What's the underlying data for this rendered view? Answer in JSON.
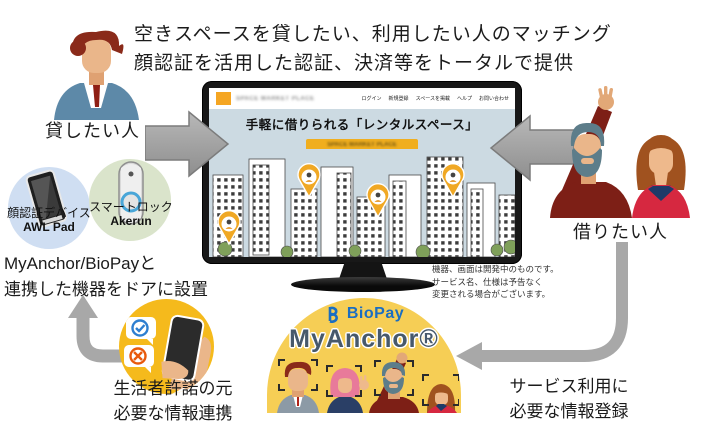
{
  "headline": {
    "line1": "空きスペースを貸したい、利用したい人のマッチング",
    "line2": "顔認証を活用した認証、決済等をトータルで提供"
  },
  "lender": {
    "label": "貸したい人"
  },
  "borrower": {
    "label": "借りたい人"
  },
  "devices": {
    "face_device_name": "顔認証デバイス",
    "face_device_product": "AWL Pad",
    "smart_lock_name": "スマートロック",
    "smart_lock_product": "Akerun",
    "caption_line1": "MyAnchor/BioPayと",
    "caption_line2": "連携した機器をドアに設置"
  },
  "monitor": {
    "site_name": "SPACE MARKET PLACE",
    "nav": [
      "ログイン",
      "新規登録",
      "スペースを掲載",
      "ヘルプ",
      "お問い合わせ"
    ],
    "headline": "手軽に借りられる「レンタルスペース」",
    "cta_label": "SPACE MARKET PLACE"
  },
  "disclaimer": {
    "line1": "機器、画面は開発中のものです。",
    "line2": "サービス名、仕様は予告なく",
    "line3": "変更される場合がございます。"
  },
  "platform": {
    "biopay": "BioPay",
    "myanchor": "MyAnchor®"
  },
  "consent": {
    "line1": "生活者許諾の元",
    "line2": "必要な情報連携"
  },
  "registration": {
    "line1": "サービス利用に",
    "line2": "必要な情報登録"
  },
  "colors": {
    "accent_yellow": "#F5BA1C",
    "dome_yellow": "#F6CE55",
    "arrow_gray": "#A8A8A8",
    "biopay_blue": "#1B6EC2",
    "myanchor_slate": "#47596B",
    "logo_orange": "#F5A623"
  }
}
